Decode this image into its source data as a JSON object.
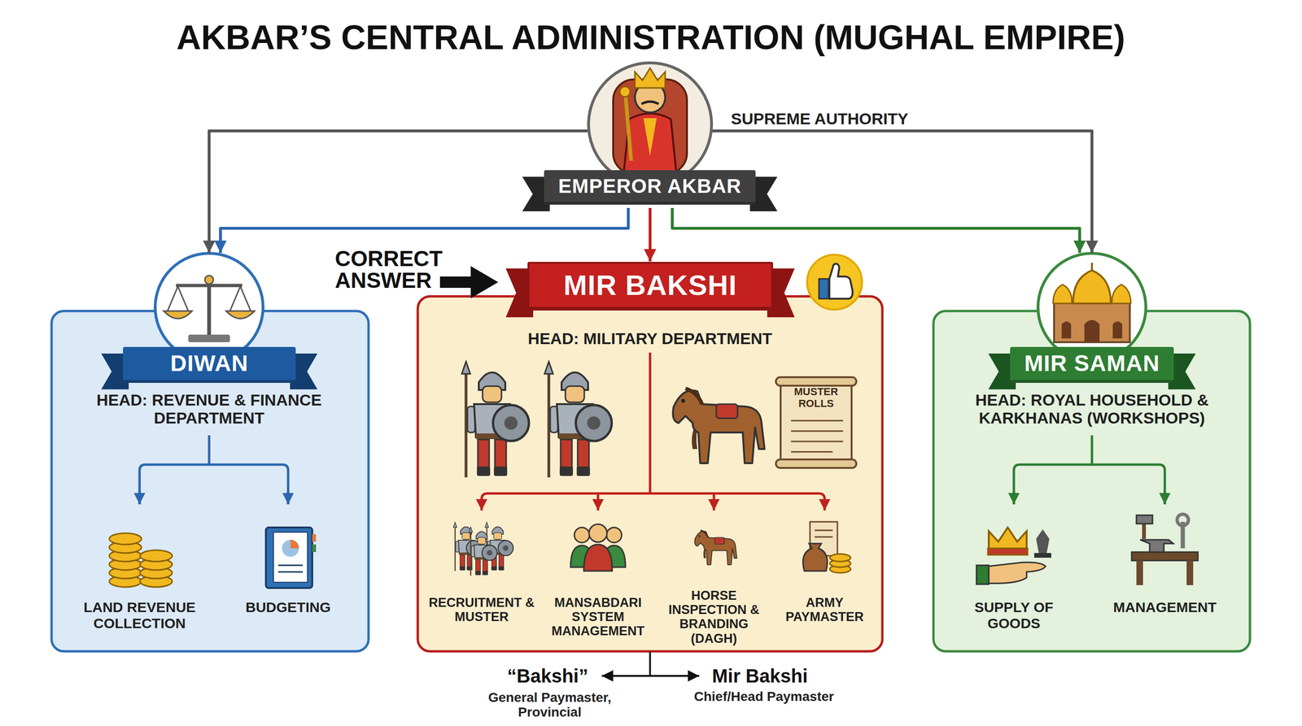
{
  "diagram": {
    "title": "AKBAR’S CENTRAL ADMINISTRATION (MUGHAL EMPIRE)",
    "nodes": [
      {
        "text": [
          "EMPEROR AKBAR"
        ]
      },
      {
        "text": [
          "DIWAN",
          "HEAD: REVENUE & FINANCE DEPARTMENT"
        ]
      },
      {
        "text": [
          "MIR BAKSHI",
          "HEAD: MILITARY DEPARTMENT"
        ]
      },
      {
        "text": [
          "MIR SAMAN",
          "HEAD: ROYAL HOUSEHOLD & KARKHANAS (WORKSHOPS)"
        ]
      }
    ],
    "edges": [
      {
        "from": 0,
        "to": 1,
        "arrow": "to"
      },
      {
        "from": 0,
        "to": 1,
        "arrow": "to"
      },
      {
        "from": 0,
        "to": 2,
        "arrow": "to"
      },
      {
        "from": 0,
        "to": 3,
        "arrow": "to"
      },
      {
        "from": 0,
        "to": 3,
        "arrow": "to"
      }
    ],
    "labels": [
      "SUPREME AUTHORITY",
      "CORRECT ANSWER",
      "LAND REVENUE COLLECTION",
      "BUDGETING",
      "MUSTER ROLLS",
      "RECRUITMENT & MUSTER",
      "MANSABDARI SYSTEM MANAGEMENT",
      "HORSE INSPECTION & BRANDING (DAGH)",
      "ARMY PAYMASTER",
      "SUPPLY OF GOODS",
      "MANAGEMENT",
      "“Bakshi”",
      "General Paymaster, Provincial",
      "Mir Bakshi",
      "Chief/Head Paymaster"
    ]
  }
}
